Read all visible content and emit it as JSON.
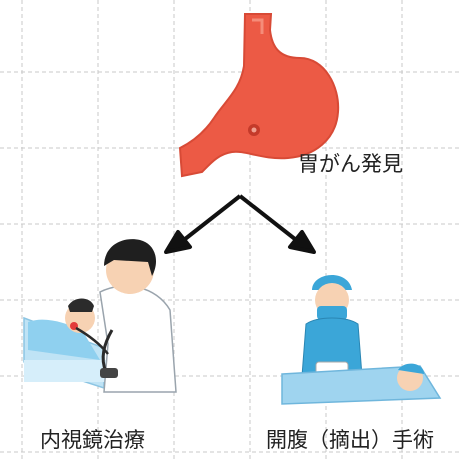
{
  "labels": {
    "discovery": "胃がん発見",
    "left_option": "内視鏡治療",
    "right_option": "開腹（摘出）手術"
  },
  "icons": {
    "top": "stomach-illustration",
    "left": "endoscopy-procedure-illustration",
    "right": "surgery-illustration"
  },
  "colors": {
    "stomach": "#ec5a45",
    "grid": "#c9c9c9",
    "arrow": "#111111",
    "scrubs": "#3ba6d8",
    "skin": "#f7d2b3"
  }
}
